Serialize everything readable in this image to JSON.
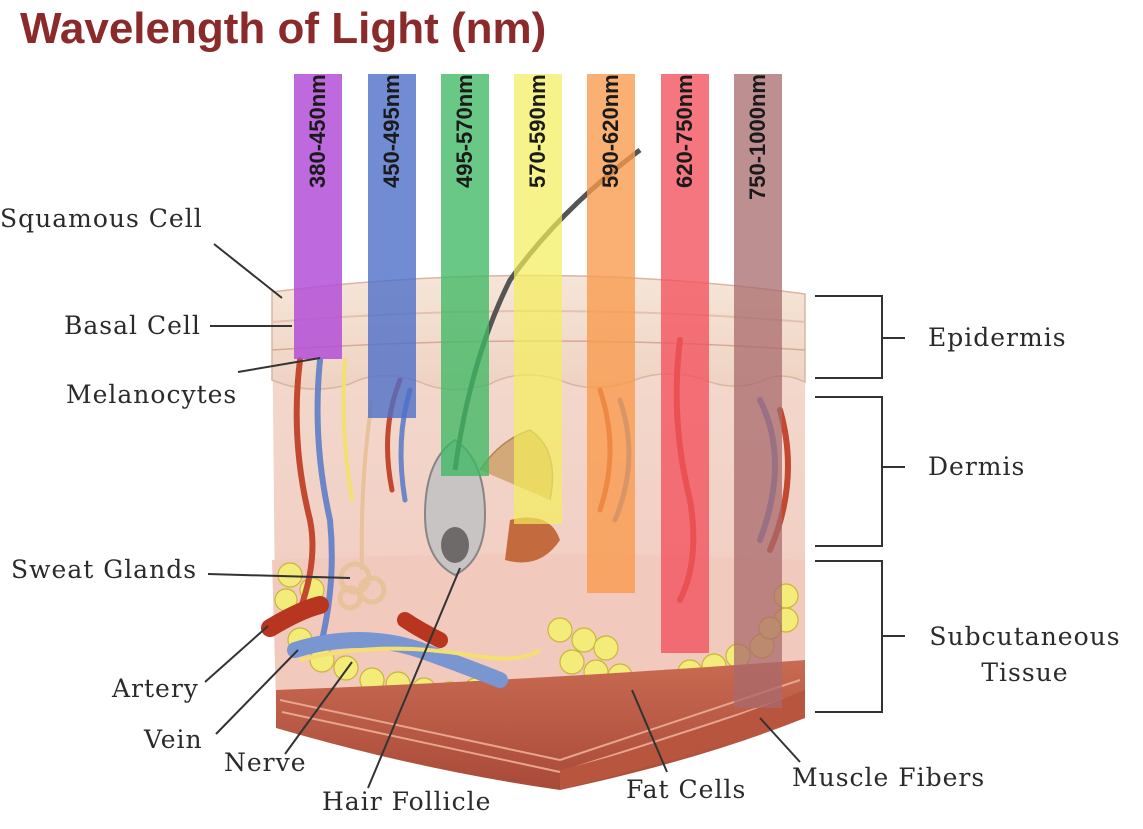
{
  "title": "Wavelength of Light (nm)",
  "bands": [
    {
      "label": "380-450nm",
      "color": "#b34fd8"
    },
    {
      "label": "450-495nm",
      "color": "#4f6fc8"
    },
    {
      "label": "495-570nm",
      "color": "#3fb864"
    },
    {
      "label": "570-590nm",
      "color": "#f4ee5a"
    },
    {
      "label": "590-620nm",
      "color": "#f99a4c"
    },
    {
      "label": "620-750nm",
      "color": "#f3545f"
    },
    {
      "label": "750-1000nm",
      "color": "#a86a6c"
    }
  ],
  "left_labels": {
    "squamous": "Squamous Cell",
    "basal": "Basal Cell",
    "melanocytes": "Melanocytes",
    "sweat": "Sweat Glands",
    "artery": "Artery",
    "vein": "Vein",
    "nerve": "Nerve",
    "hair": "Hair Follicle",
    "fat": "Fat Cells",
    "muscle": "Muscle Fibers"
  },
  "layers": {
    "epidermis": "Epidermis",
    "dermis": "Dermis",
    "subcutaneous_1": "Subcutaneous",
    "subcutaneous_2": "Tissue"
  }
}
